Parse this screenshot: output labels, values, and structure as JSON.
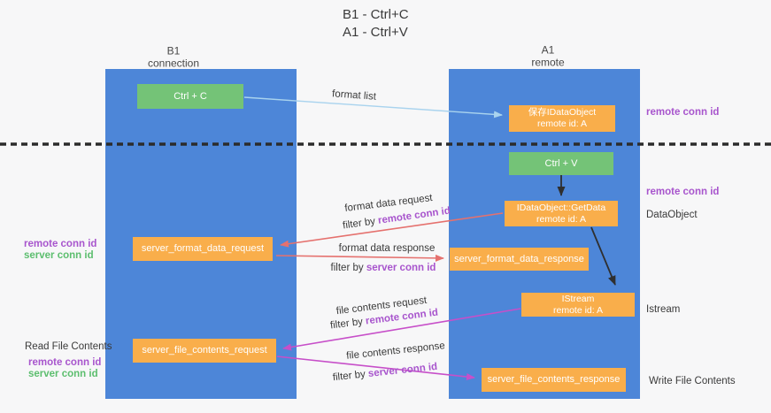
{
  "title": {
    "line1": "B1 - Ctrl+C",
    "line2": "A1 - Ctrl+V"
  },
  "lanes": {
    "left": {
      "name": "B1",
      "role": "connection"
    },
    "right": {
      "name": "A1",
      "role": "remote"
    }
  },
  "nodes": {
    "ctrl_c": {
      "label": "Ctrl + C"
    },
    "save_dataobject": {
      "title": "保存IDataObject",
      "subtitle": "remote id: A"
    },
    "ctrl_v": {
      "label": "Ctrl + V"
    },
    "getdata": {
      "title": "IDataObject::GetData",
      "subtitle": "remote id: A"
    },
    "server_format_data_request": {
      "label": "server_format_data_request"
    },
    "server_format_data_response": {
      "label": "server_format_data_response"
    },
    "istream": {
      "title": "IStream",
      "subtitle": "remote id: A"
    },
    "server_file_contents_request": {
      "label": "server_file_contents_request"
    },
    "server_file_contents_response": {
      "label": "server_file_contents_response"
    }
  },
  "edge_labels": {
    "format_list": "format list",
    "format_data_request": "format data request",
    "format_data_request_filter": {
      "prefix": "filter by ",
      "key": "remote conn id"
    },
    "format_data_response": "format data response",
    "format_data_response_filter": {
      "prefix": "filter by ",
      "key": "server conn id"
    },
    "file_contents_request": "file contents request",
    "file_contents_request_filter": {
      "prefix": "filter by ",
      "key": "remote conn id"
    },
    "file_contents_response": "file contents response",
    "file_contents_response_filter": {
      "prefix": "filter by ",
      "key": "server conn id"
    }
  },
  "annotations": {
    "right_remote_conn_id_top": "remote conn id",
    "right_remote_conn_id_mid": "remote conn id",
    "right_dataobject": "DataObject",
    "right_istream": "Istream",
    "right_write_file_contents": "Write File Contents",
    "left_remote_conn_id_mid": "remote conn id",
    "left_server_conn_id_mid": "server conn id",
    "left_read_file_contents": "Read File Contents",
    "left_remote_conn_id_bottom": "remote conn id",
    "left_server_conn_id_bottom": "server conn id"
  },
  "colors": {
    "lane_blue": "#4d86d8",
    "node_green": "#74c377",
    "node_orange": "#f9ae4b",
    "arrow_red": "#e5716e",
    "arrow_magenta": "#c74fc9",
    "arrow_light_blue": "#a9d3ee",
    "arrow_black": "#2f2f2f",
    "text_purple": "#a855cd",
    "text_green": "#5cbe6e",
    "background": "#f7f7f8"
  }
}
